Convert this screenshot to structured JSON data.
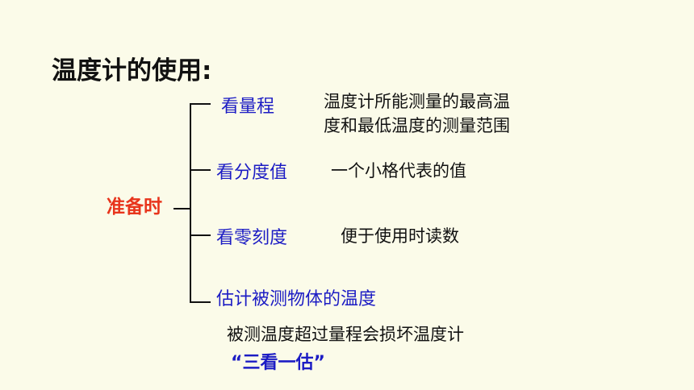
{
  "title": "温度计的使用:",
  "root_label": "准备时",
  "branches": [
    {
      "label": "看量程",
      "description_lines": [
        "温度计所能测量的最高温",
        "度和最低温度的测量范围"
      ]
    },
    {
      "label": "看分度值",
      "description": "一个小格代表的值"
    },
    {
      "label": "看零刻度",
      "description": "便于使用时读数"
    },
    {
      "label": "估计被测物体的温度"
    }
  ],
  "note": "被测温度超过量程会损坏温度计",
  "summary_quote": "“三看一估”",
  "colors": {
    "background": "#fbfbe9",
    "root": "#e8351c",
    "branch": "#1c1cc4",
    "text": "#111111"
  }
}
